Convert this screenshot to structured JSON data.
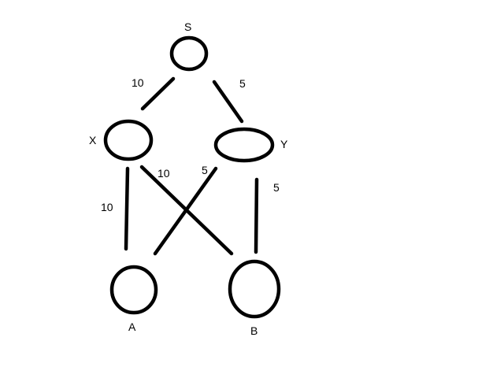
{
  "graph": {
    "nodes": [
      {
        "id": "S",
        "label": "S"
      },
      {
        "id": "X",
        "label": "X"
      },
      {
        "id": "Y",
        "label": "Y"
      },
      {
        "id": "A",
        "label": "A"
      },
      {
        "id": "B",
        "label": "B"
      }
    ],
    "edges": [
      {
        "from": "S",
        "to": "X",
        "weight": "10"
      },
      {
        "from": "S",
        "to": "Y",
        "weight": "5"
      },
      {
        "from": "X",
        "to": "A",
        "weight": "10"
      },
      {
        "from": "X",
        "to": "B",
        "weight": "10"
      },
      {
        "from": "Y",
        "to": "A",
        "weight": "5"
      },
      {
        "from": "Y",
        "to": "B",
        "weight": "5"
      }
    ]
  }
}
